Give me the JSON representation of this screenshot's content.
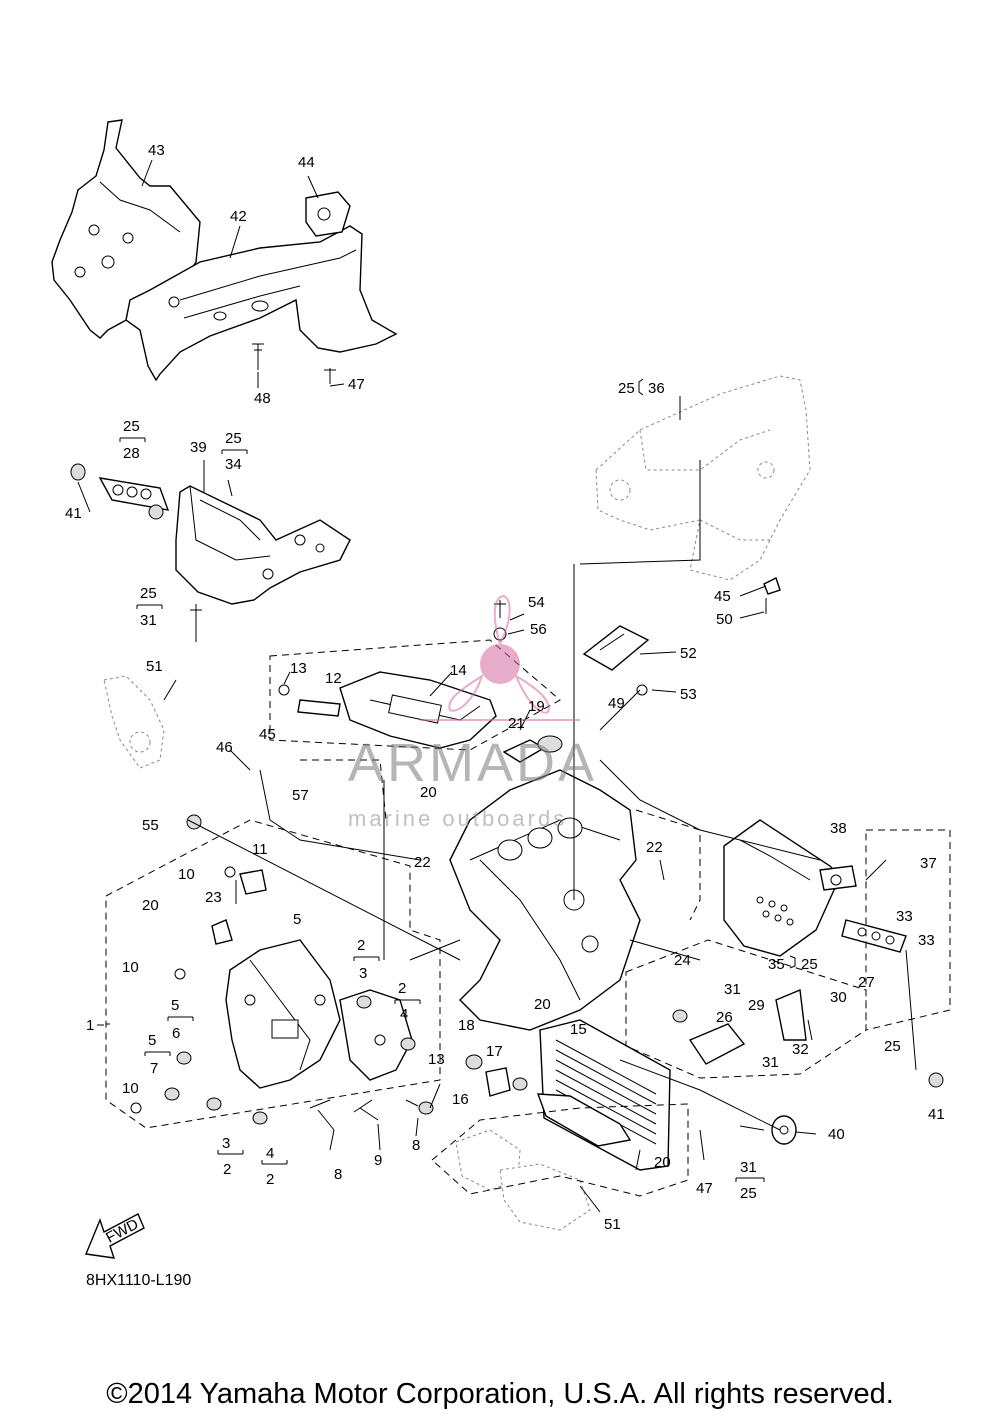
{
  "diagram": {
    "drawing_code": "8HX1110-L190",
    "copyright": "©2014 Yamaha Motor Corporation, U.S.A. All rights reserved.",
    "fwd_label": "FWD",
    "watermark": {
      "title": "ARMADA",
      "subtitle": "marine outboards"
    },
    "callouts": {
      "c43": "43",
      "c44": "44",
      "c42": "42",
      "c48": "48",
      "c47a": "47",
      "c36": "36",
      "c25_36": "25",
      "c25_28": "25",
      "c28": "28",
      "c39": "39",
      "c25_34": "25",
      "c34": "34",
      "c41a": "41",
      "c25_31a": "25",
      "c31a": "31",
      "c54": "54",
      "c56": "56",
      "c52": "52",
      "c53": "53",
      "c45a": "45",
      "c50": "50",
      "c51a": "51",
      "c13a": "13",
      "c12": "12",
      "c14": "14",
      "c19": "19",
      "c21": "21",
      "c49": "49",
      "c46": "46",
      "c45b": "45",
      "c57": "57",
      "c20a": "20",
      "c55": "55",
      "c11": "11",
      "c10a": "10",
      "c23": "23",
      "c22a": "22",
      "c22b": "22",
      "c38": "38",
      "c37": "37",
      "c20b": "20",
      "c10b": "10",
      "c5a": "5",
      "c2a": "2",
      "c3a": "3",
      "c2b": "2",
      "c4a": "4",
      "c24": "24",
      "c35": "35",
      "c25_35": "25",
      "c33a": "33",
      "c33b": "33",
      "c27": "27",
      "c1": "1",
      "c5b": "5",
      "c6": "6",
      "c5c": "5",
      "c7": "7",
      "c10c": "10",
      "c3b": "3",
      "c2c": "2",
      "c4b": "4",
      "c2d": "2",
      "c8a": "8",
      "c9": "9",
      "c8b": "8",
      "c13b": "13",
      "c18": "18",
      "c20c": "20",
      "c15": "15",
      "c17": "17",
      "c16": "16",
      "c31b": "31",
      "c30": "30",
      "c29": "29",
      "c26": "26",
      "c32": "32",
      "c31c": "31",
      "c25_b": "25",
      "c41b": "41",
      "c40": "40",
      "c31d": "31",
      "c25_31d": "25",
      "c20d": "20",
      "c47b": "47",
      "c51b": "51"
    }
  }
}
